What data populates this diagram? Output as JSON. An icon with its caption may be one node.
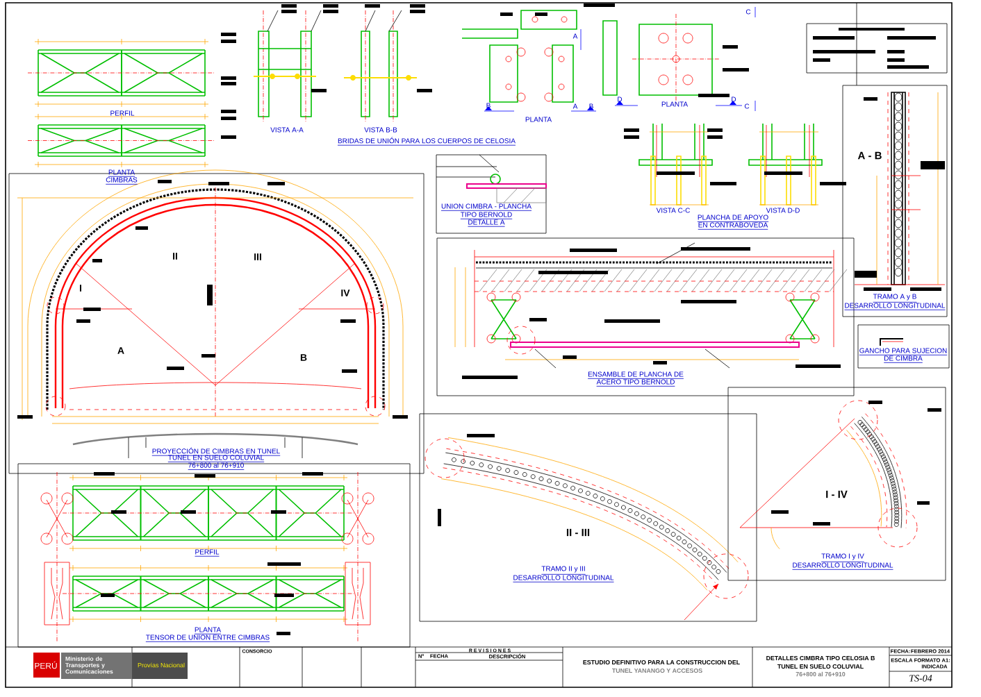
{
  "diagram": {
    "labels": [
      "PERFIL",
      "VISTA A-A",
      "VISTA B-B",
      "BRIDAS DE UNIÓN PARA LOS CUERPOS DE CELOSIA",
      "B",
      "A",
      "A",
      "B",
      "PLANTA",
      "C",
      "D",
      "PLANTA",
      "D",
      "C",
      "PLANTA",
      "CIMBRAS",
      "UNION CIMBRA - PLANCHA",
      "TIPO BERNOLD",
      "DETALLE A",
      "VISTA C-C",
      "VISTA D-D",
      "PLANCHA DE APOYO",
      "EN CONTRABOVEDA",
      "A - B",
      "II",
      "III",
      "I",
      "IV",
      "A",
      "B",
      "TRAMO A y B",
      "DESARROLLO LONGITUDINAL",
      "GANCHO PARA SUJECION",
      "DE CIMBRA",
      "ENSAMBLE DE PLANCHA DE",
      "ACERO TIPO BERNOLD",
      "PROYECCIÓN DE CIMBRAS EN TUNEL",
      "TUNEL EN SUELO COLUVIAL",
      "76+800 al 76+910",
      "I - IV",
      "II - III",
      "TRAMO I y IV",
      "DESARROLLO LONGITUDINAL",
      "TRAMO II y III",
      "DESARROLLO LONGITUDINAL",
      "PERFIL",
      "PLANTA",
      "TENSOR DE UNION ENTRE CIMBRAS",
      "PERÚ",
      "Ministerio de Transportes y Comunicaciones",
      "Provías Nacional",
      "CONSORCIO",
      "R E V I S I O N E S",
      "Nº",
      "FECHA",
      "DESCRIPCIÓN",
      "ESTUDIO DEFINITIVO PARA LA CONSTRUCCION DEL",
      "TUNEL YANANGO Y ACCESOS",
      "DETALLES CIMBRA TIPO CELOSIA B",
      "TUNEL EN SUELO COLUVIAL",
      "76+800 al 76+910",
      "FECHA:",
      "FEBRERO 2014",
      "ESCALA FORMATO A1:",
      "INDICADA",
      "TS-04"
    ]
  }
}
